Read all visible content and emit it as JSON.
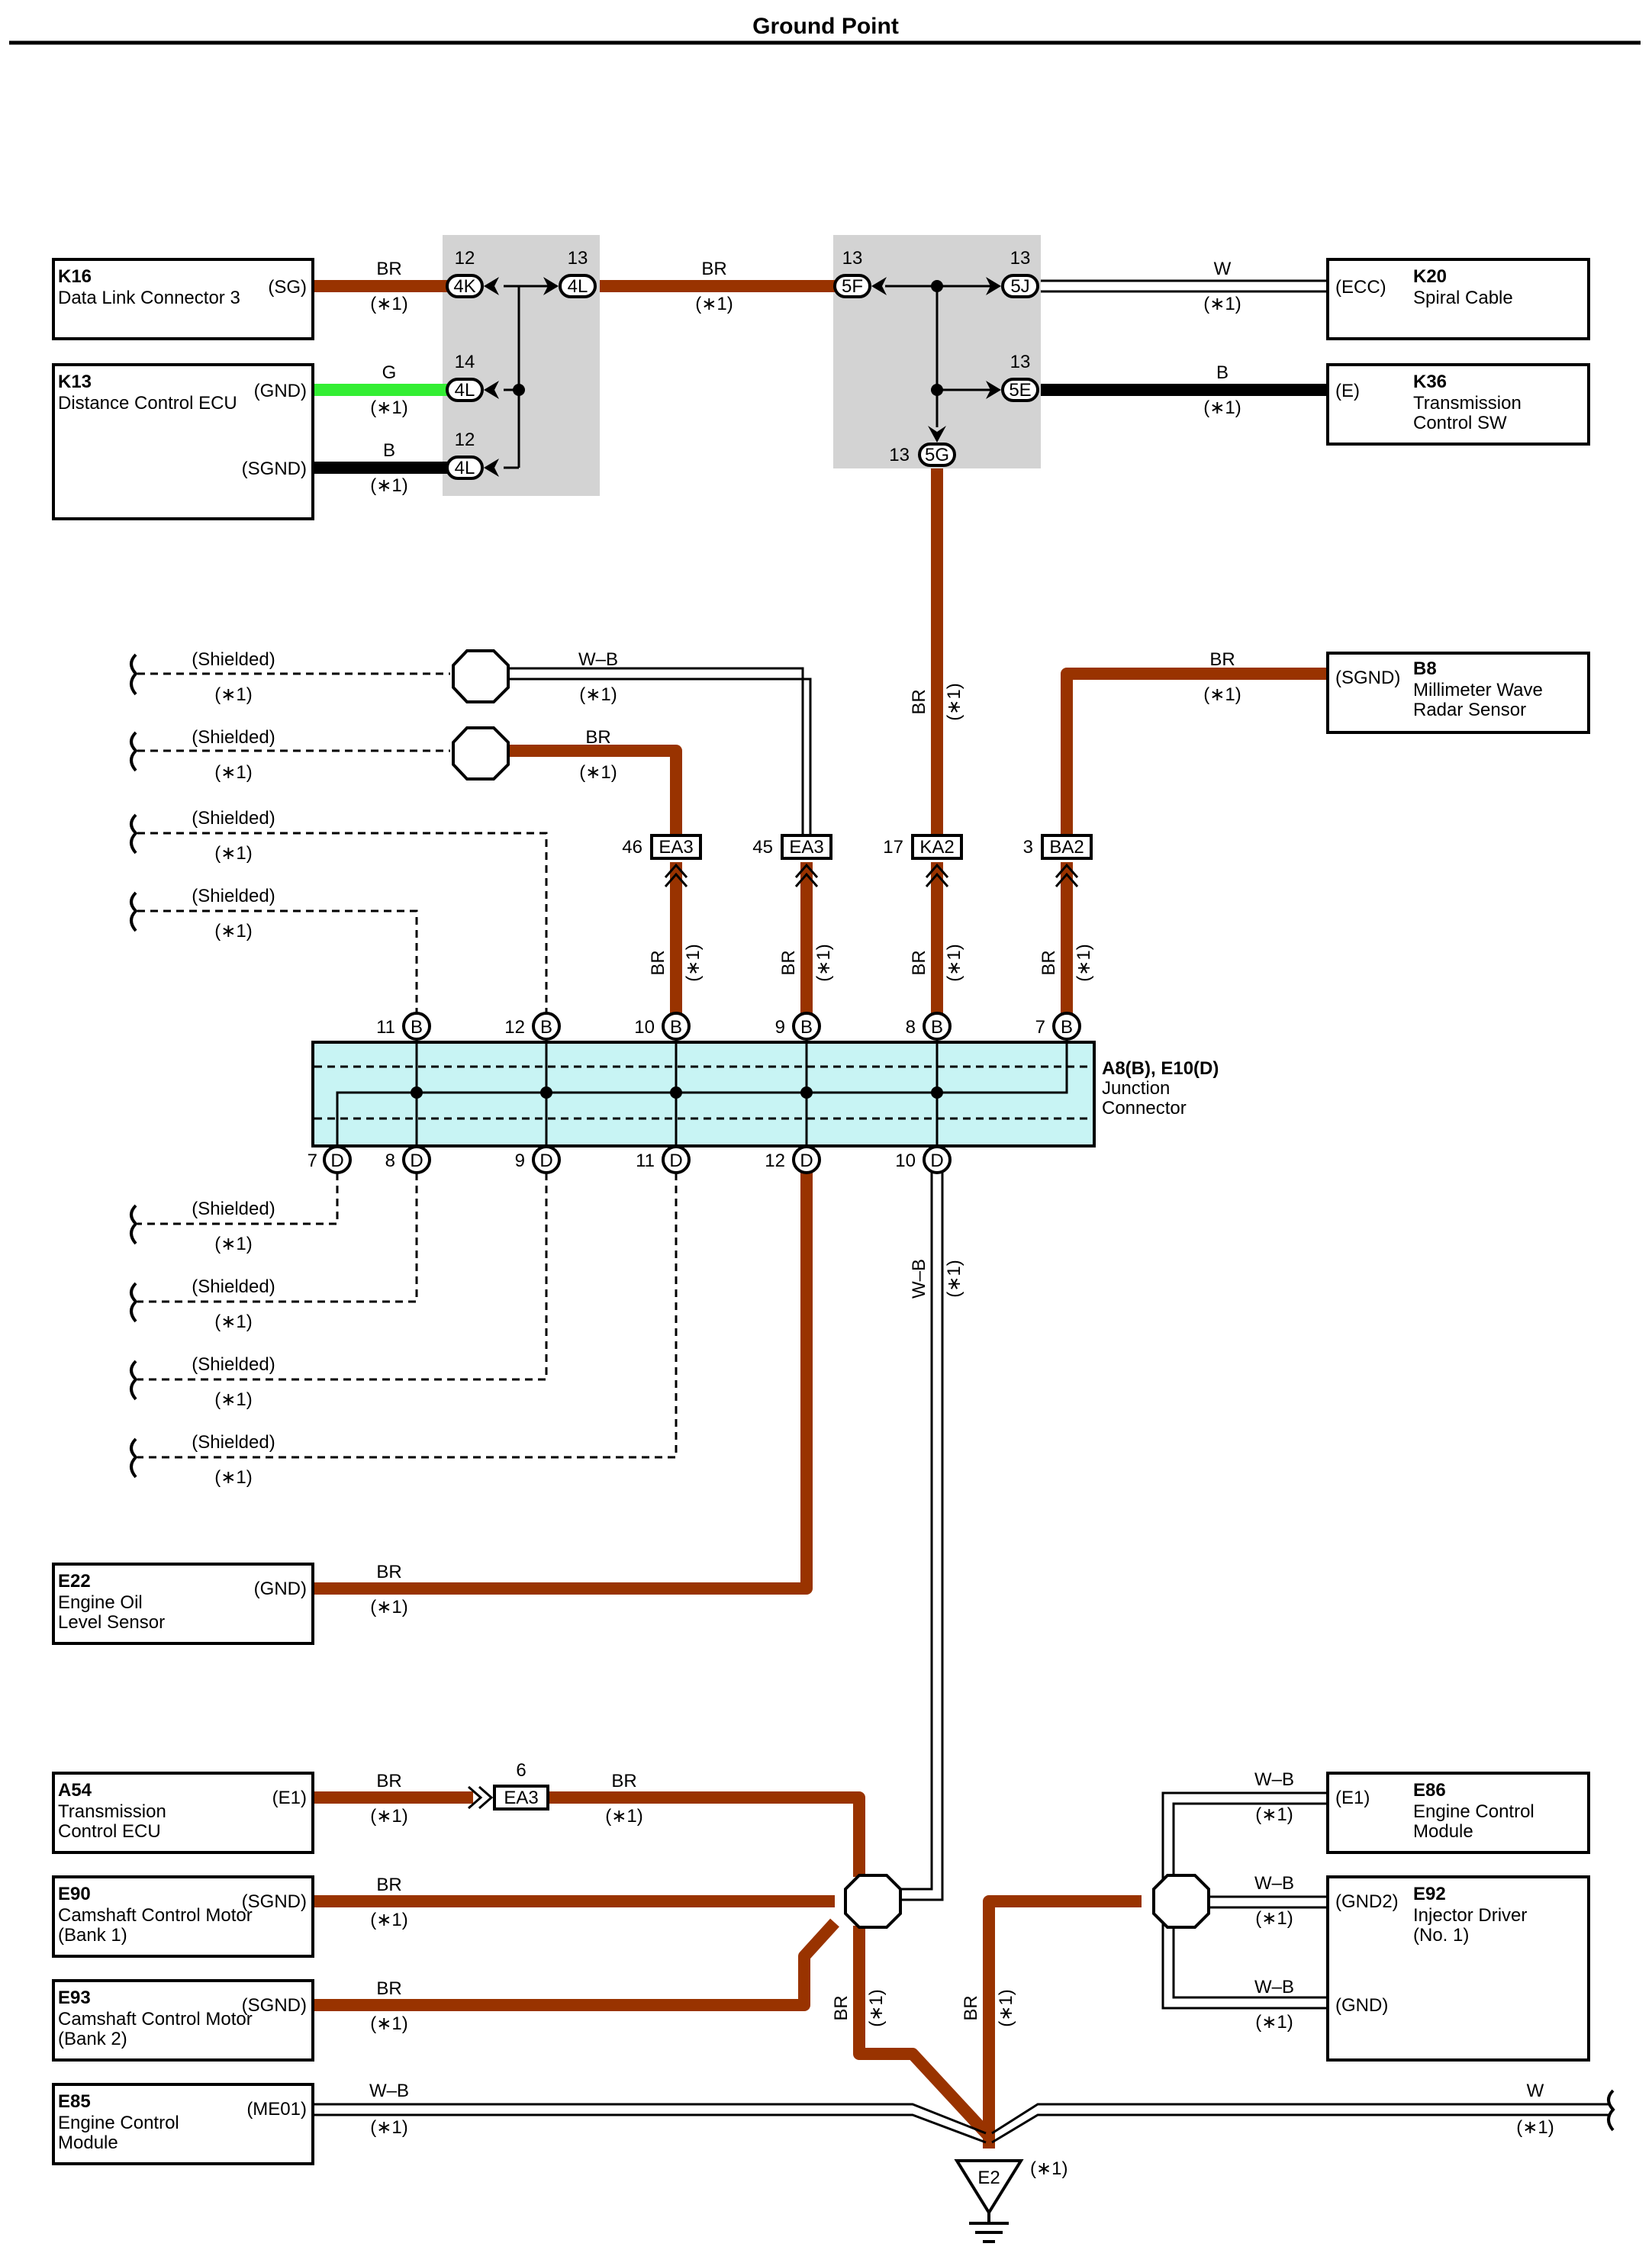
{
  "title": "Ground Point",
  "components": {
    "k16": {
      "code": "K16",
      "name1": "Data Link Connector 3",
      "pin": "(SG)"
    },
    "k13": {
      "code": "K13",
      "name1": "Distance Control ECU",
      "pin_gnd": "(GND)",
      "pin_sgnd": "(SGND)"
    },
    "k20": {
      "code": "K20",
      "name1": "Spiral Cable",
      "pin": "(ECC)"
    },
    "k36": {
      "code": "K36",
      "name1": "Transmission",
      "name2": "Control SW",
      "pin": "(E)"
    },
    "b8": {
      "code": "B8",
      "name1": "Millimeter Wave",
      "name2": "Radar Sensor",
      "pin": "(SGND)"
    },
    "e22": {
      "code": "E22",
      "name1": "Engine Oil",
      "name2": "Level Sensor",
      "pin": "(GND)"
    },
    "a54": {
      "code": "A54",
      "name1": "Transmission",
      "name2": "Control ECU",
      "pin": "(E1)"
    },
    "e90": {
      "code": "E90",
      "name1": "Camshaft Control Motor",
      "name2": "(Bank 1)",
      "pin": "(SGND)"
    },
    "e93": {
      "code": "E93",
      "name1": "Camshaft Control Motor",
      "name2": "(Bank 2)",
      "pin": "(SGND)"
    },
    "e85": {
      "code": "E85",
      "name1": "Engine Control",
      "name2": "Module",
      "pin": "(ME01)"
    },
    "e86": {
      "code": "E86",
      "name1": "Engine Control",
      "name2": "Module",
      "pin": "(E1)"
    },
    "e92": {
      "code": "E92",
      "name1": "Injector Driver",
      "name2": "(No. 1)",
      "pin1": "(GND2)",
      "pin2": "(GND)"
    }
  },
  "junction": {
    "label1": "A8(B), E10(D)",
    "label2": "Junction",
    "label3": "Connector",
    "top_letter": "B",
    "bottom_letter": "D",
    "top_pins": [
      "11",
      "12",
      "10",
      "9",
      "8",
      "7"
    ],
    "bottom_pins": [
      "7",
      "8",
      "9",
      "11",
      "12",
      "10"
    ]
  },
  "colors": {
    "BR": "BR",
    "B": "B",
    "G": "G",
    "W": "W",
    "WB": "W–B"
  },
  "note": "(∗1)",
  "shielded": "(Shielded)",
  "connectors": {
    "c4K": "4K",
    "c4L": "4L",
    "c5F": "5F",
    "c5J": "5J",
    "c5E": "5E",
    "c5G": "5G",
    "EA3": "EA3",
    "KA2": "KA2",
    "BA2": "BA2"
  },
  "pins": {
    "p12": "12",
    "p13": "13",
    "p14": "14",
    "p46": "46",
    "p45": "45",
    "p17": "17",
    "p3": "3",
    "p6": "6"
  },
  "ground": {
    "label": "E2"
  },
  "wire_colors": {
    "BR": "#993300",
    "B": "#000000",
    "G": "#33ee33",
    "W": "#ffffff"
  }
}
